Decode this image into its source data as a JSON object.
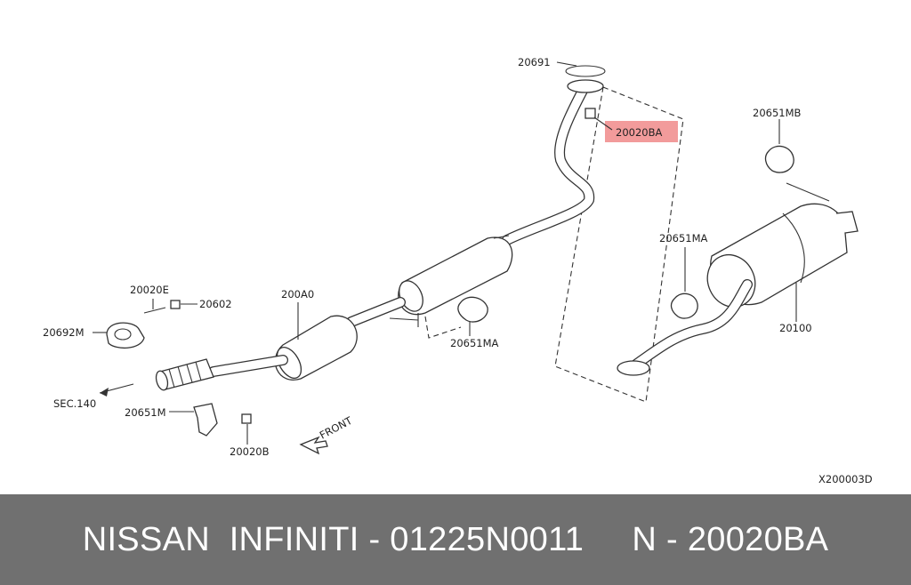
{
  "colors": {
    "highlight": "#f08a8a",
    "footer_bg": "#707070",
    "footer_text": "#ffffff"
  },
  "labels": {
    "p20691": "20691",
    "p20020BA": "20020BA",
    "p20651MB": "20651MB",
    "p20651MA_right": "20651MA",
    "p20100": "20100",
    "p200A0": "200A0",
    "p20651MA_mid": "20651MA",
    "p20020E": "20020E",
    "p20602": "20602",
    "p20692M": "20692M",
    "sec140": "SEC.140",
    "p20651M": "20651M",
    "p20020B": "20020B",
    "front": "FRONT",
    "drawing_code": "X200003D"
  },
  "footer": {
    "caption": "NISSAN  INFINITI - 01225N0011     N - 20020BA"
  }
}
